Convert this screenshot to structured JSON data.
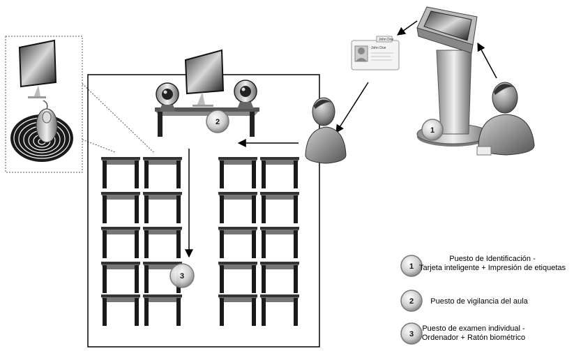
{
  "badges": {
    "b1": "1",
    "b2": "2",
    "b3": "3"
  },
  "card": {
    "tab": "John Doe",
    "name": "John Doe"
  },
  "legend": [
    {
      "number": "1",
      "line1": "Puesto de Identificación -",
      "line2": "Tarjeta inteligente + Impresión de etiquetas"
    },
    {
      "number": "2",
      "line1": "Puesto de vigilancia del aula",
      "line2": ""
    },
    {
      "number": "3",
      "line1": "Puesto de examen individual -",
      "line2": "Ordenador + Ratón biométrico"
    }
  ]
}
